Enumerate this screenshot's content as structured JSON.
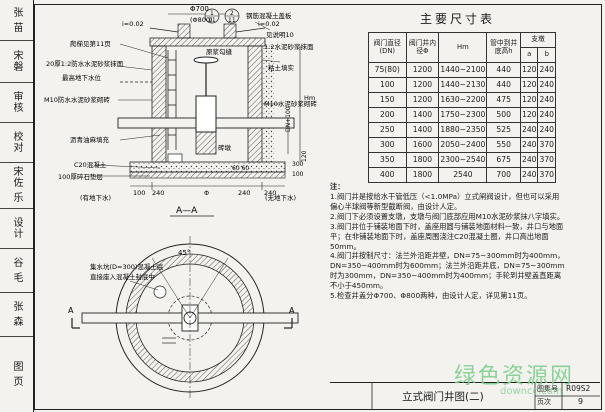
{
  "side_panel": {
    "cells": [
      "张 苗",
      "宋磐",
      "审核",
      "校对",
      "宋佐 乐",
      "设计",
      "谷 毛",
      "张 森",
      "图 页"
    ]
  },
  "section": {
    "labels": {
      "dia700": "Φ700",
      "dia800": "(Φ800)",
      "frac_num1": "1",
      "frac_den1": "11",
      "frac_num2": "2",
      "frac_den2": "11",
      "i002_left": "i=0.02",
      "i002_right": "i=0.02",
      "rebar_cover": "钢筋混凝土盖板",
      "see_note10": "见说明10",
      "ladder": "爬梯见第11页",
      "rough_mortar": "1:2水泥砂浆抹面",
      "face": "原浆勾缝",
      "waterproof": "20厚1:2防水水泥砂浆抹面",
      "ground_water": "最高地下水位",
      "m10_left": "M10防水水泥砂浆砌砖",
      "clay": "粘土填实",
      "m10_right": "M10水泥砂浆砌砖",
      "asphalt": "沥青油麻填充",
      "brick_pier": "砖墩",
      "c20": "C20混凝土",
      "gravel": "100厚碎石垫层",
      "hm": "Hm",
      "dn100": "DN+100",
      "d120": "120",
      "d300": "300",
      "d100": "100",
      "d240a": "240",
      "d240b": "240",
      "d240c": "240",
      "d100b": "100",
      "d6060": "60 60",
      "phi": "Φ",
      "with_water": "(有地下水)",
      "no_water": "(无地下水)",
      "cut_aa": "A—A"
    }
  },
  "plan": {
    "angle": "45°",
    "sump": "集水坑(D=300)混凝土底",
    "sump2": "直接座入混凝土封底中",
    "a_left": "A",
    "a_right": "A"
  },
  "dims": {
    "title": "主要尺寸表",
    "headers": [
      "阀门直径(DN)",
      "阀门井内径Φ",
      "Hm",
      "管中到井底高h",
      "a",
      "b"
    ],
    "group_header": "支墩",
    "rows": [
      [
        "75(80)",
        "1200",
        "1440~2100",
        "440",
        "120",
        "240"
      ],
      [
        "100",
        "1200",
        "1440~2130",
        "440",
        "120",
        "240"
      ],
      [
        "150",
        "1200",
        "1630~2200",
        "475",
        "120",
        "240"
      ],
      [
        "200",
        "1400",
        "1750~2300",
        "500",
        "120",
        "240"
      ],
      [
        "250",
        "1400",
        "1880~2350",
        "525",
        "240",
        "240"
      ],
      [
        "300",
        "1600",
        "2050~2400",
        "550",
        "240",
        "370"
      ],
      [
        "350",
        "1800",
        "2300~2540",
        "675",
        "240",
        "370"
      ],
      [
        "400",
        "1800",
        "2540",
        "700",
        "240",
        "370"
      ]
    ]
  },
  "notes": {
    "heading": "注：",
    "items": [
      "1.阀门井是按给水干管低压（<1.0MPa）立式闸阀设计，但也可以采用偏心半球阀等新型截断阀，由设计人定。",
      "2.阀门下必须设置支墩，支墩与阀门底部应用M10水泥砂浆抹八字填实。",
      "3.阀门井位于铺装地面下时，盖座用圆与铺装地面材料一致，井口与地面平；在非铺装地面下时，盖座周围浇注C20混凝土圈，井口高出地面50mm。",
      "4.阀门井按制尺寸：法兰外沿距井壁，DN=75~300mm时为400mm，DN=350~400mm时为600mm；法兰外沿距井底，DN=75~300mm时为300mm，DN=350~400mm时为400mm；手轮到井壁盖直距离不小于450mm。",
      "5.检查井盖分Φ700、Φ800两种，由设计人定，详见第11页。"
    ]
  },
  "titleblock": {
    "title": "立式阀门井图(二)",
    "atlas_label": "图集号",
    "atlas_no": "R09S2",
    "page_label": "页次",
    "page_no": "9"
  },
  "watermark": {
    "main": "绿色资源网",
    "url": "downcc.com"
  }
}
